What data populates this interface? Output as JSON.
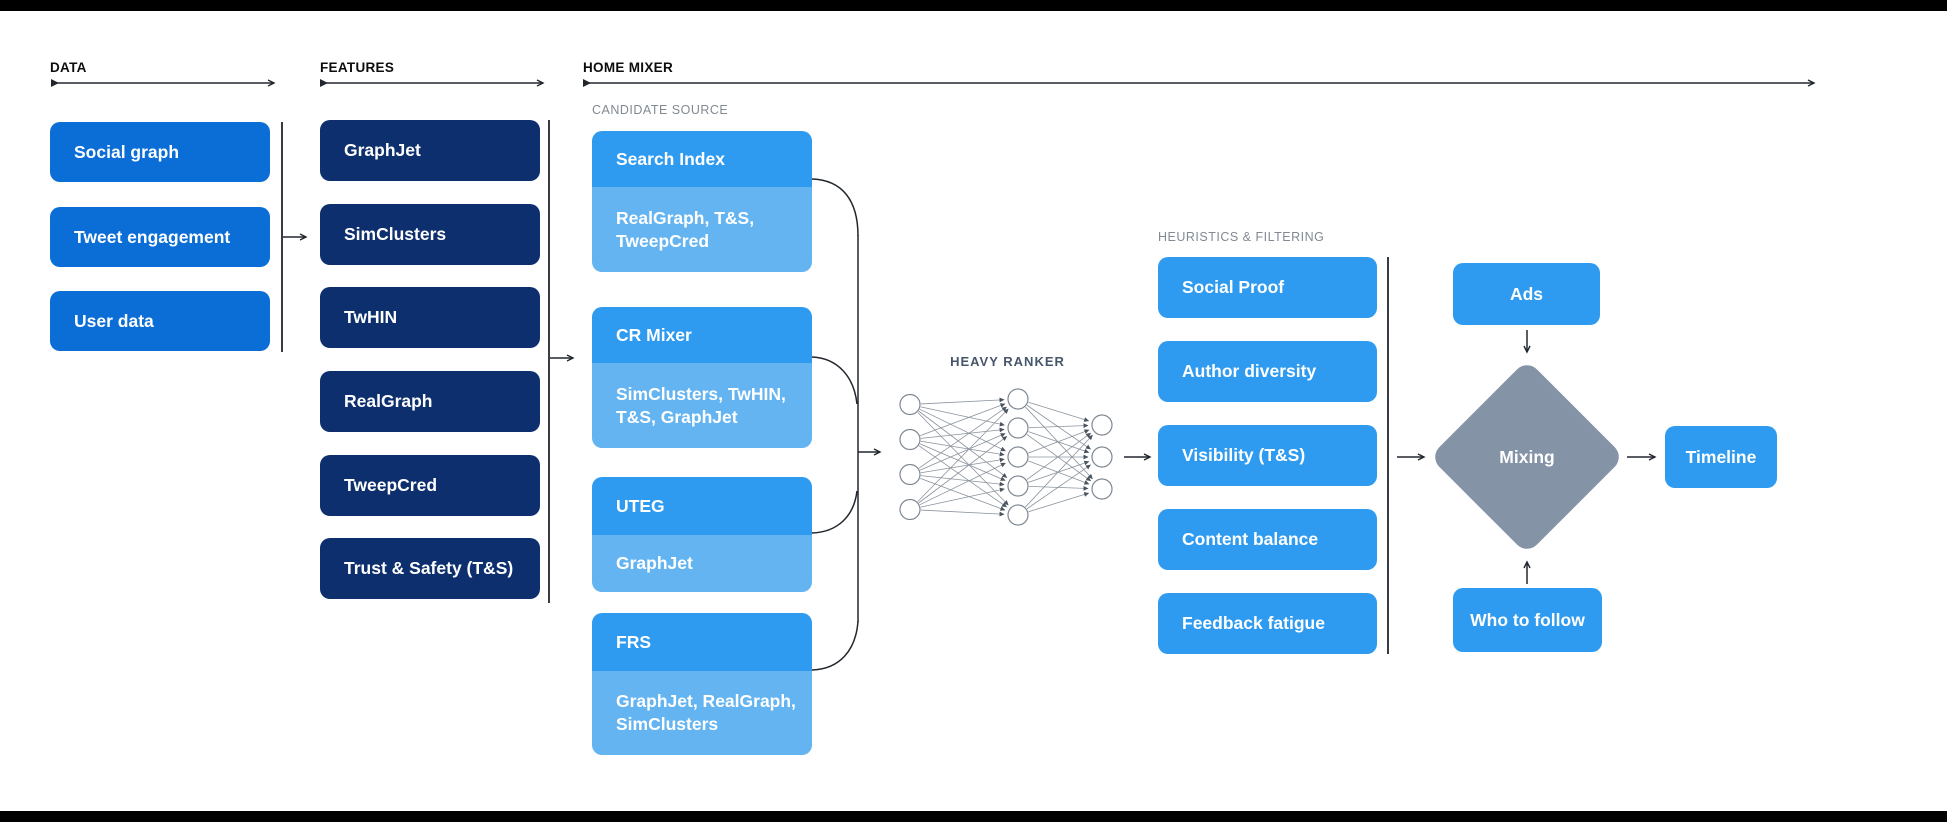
{
  "colors": {
    "bar_black": "#000000",
    "data_blue": "#0b6ed7",
    "navy": "#0d2f6d",
    "bright_blue": "#2e9bf0",
    "light_blue": "#64b4f2",
    "diamond_gray": "#8494a6",
    "line": "#22272e",
    "label_gray": "#818a92",
    "ranker_label": "#47566b",
    "text_white": "#ffffff"
  },
  "sections": {
    "data": {
      "label": "DATA",
      "items": [
        "Social graph",
        "Tweet engagement",
        "User data"
      ]
    },
    "features": {
      "label": "FEATURES",
      "items": [
        "GraphJet",
        "SimClusters",
        "TwHIN",
        "RealGraph",
        "TweepCred",
        "Trust & Safety (T&S)"
      ]
    },
    "home_mixer": {
      "label": "HOME MIXER",
      "candidate_source": {
        "label": "CANDIDATE SOURCE",
        "groups": [
          {
            "title": "Search Index",
            "sub": "RealGraph, T&S,\nTweepCred"
          },
          {
            "title": "CR Mixer",
            "sub": "SimClusters, TwHIN,\nT&S, GraphJet"
          },
          {
            "title": "UTEG",
            "sub": "GraphJet"
          },
          {
            "title": "FRS",
            "sub": "GraphJet, RealGraph,\nSimClusters"
          }
        ]
      },
      "heavy_ranker": {
        "label": "HEAVY RANKER",
        "layers": [
          4,
          5,
          3
        ]
      },
      "heuristics": {
        "label": "HEURISTICS & FILTERING",
        "items": [
          "Social Proof",
          "Author diversity",
          "Visibility (T&S)",
          "Content balance",
          "Feedback fatigue"
        ]
      },
      "mixing": {
        "diamond_label": "Mixing",
        "ads_label": "Ads",
        "who_to_follow_label": "Who to follow",
        "timeline_label": "Timeline"
      }
    }
  }
}
